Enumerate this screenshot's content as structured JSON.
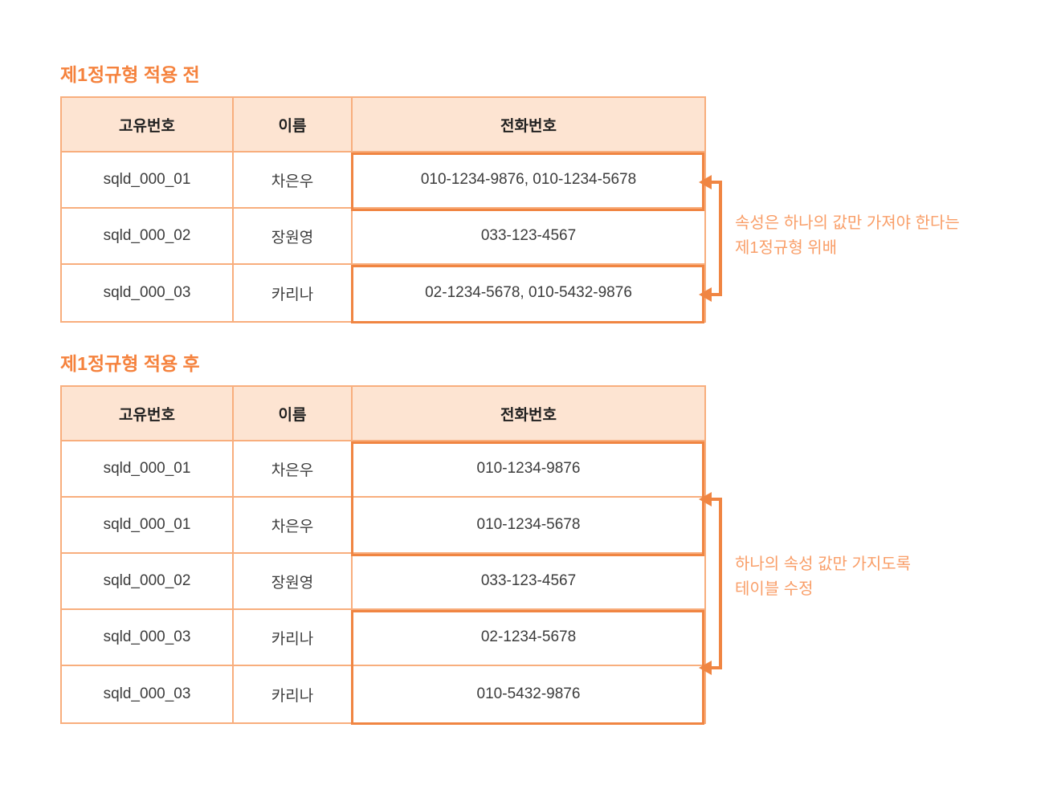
{
  "colors": {
    "title_orange": "#f5823d",
    "header_fill": "#fde4d2",
    "thin_border": "#f8ae7d",
    "highlight_border": "#f08542",
    "arrow_orange": "#f08542",
    "annotation_text": "#f99e68",
    "cell_text": "#3c3c3c"
  },
  "table_before": {
    "title": "제1정규형 적용 전",
    "headers": [
      "고유번호",
      "이름",
      "전화번호"
    ],
    "rows": [
      [
        "sqld_000_01",
        "차은우",
        "010-1234-9876, 010-1234-5678"
      ],
      [
        "sqld_000_02",
        "장원영",
        "033-123-4567"
      ],
      [
        "sqld_000_03",
        "카리나",
        "02-1234-5678, 010-5432-9876"
      ]
    ],
    "annotation_line1": "속성은 하나의 값만 가져야 한다는",
    "annotation_line2": "제1정규형 위배"
  },
  "table_after": {
    "title": "제1정규형 적용 후",
    "headers": [
      "고유번호",
      "이름",
      "전화번호"
    ],
    "rows": [
      [
        "sqld_000_01",
        "차은우",
        "010-1234-9876"
      ],
      [
        "sqld_000_01",
        "차은우",
        "010-1234-5678"
      ],
      [
        "sqld_000_02",
        "장원영",
        "033-123-4567"
      ],
      [
        "sqld_000_03",
        "카리나",
        "02-1234-5678"
      ],
      [
        "sqld_000_03",
        "카리나",
        "010-5432-9876"
      ]
    ],
    "annotation_line1": "하나의 속성 값만 가지도록",
    "annotation_line2": "테이블 수정"
  }
}
